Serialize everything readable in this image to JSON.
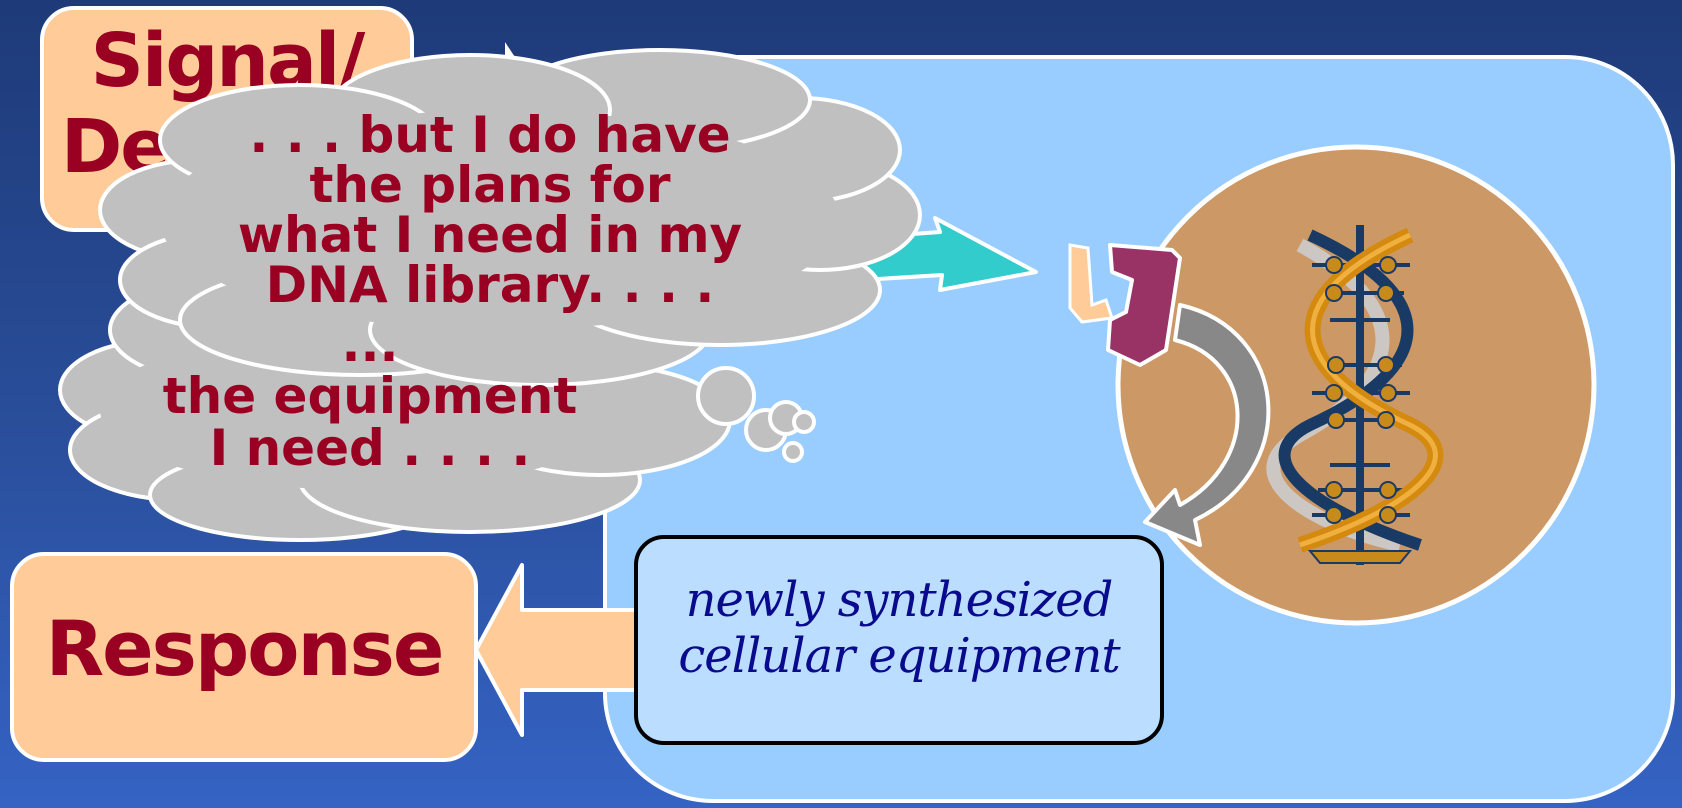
{
  "signal_box": {
    "text": "Signal/\nDemand"
  },
  "response_box": {
    "text": "Response"
  },
  "product_box": {
    "text": "newly synthesized\ncellular equipment"
  },
  "cloud_back": {
    "text": "...\nthe equipment\nI need . . . ."
  },
  "cloud_front": {
    "text": ". . . but I do have\nthe plans for\nwhat I need in my\nDNA library. . . ."
  },
  "colors": {
    "background": "#2a4f9c",
    "cell": "#99ccff",
    "nucleus": "#cc9966",
    "label_fill": "#ffcc99",
    "label_text": "#990022",
    "cloud": "#c0c0c0",
    "signal_arrow": "#33cccc",
    "product_text": "#0a0a8c"
  },
  "icons": [
    "dna-double-helix-icon",
    "receptor-protein-icon",
    "curved-gray-arrow-icon"
  ]
}
